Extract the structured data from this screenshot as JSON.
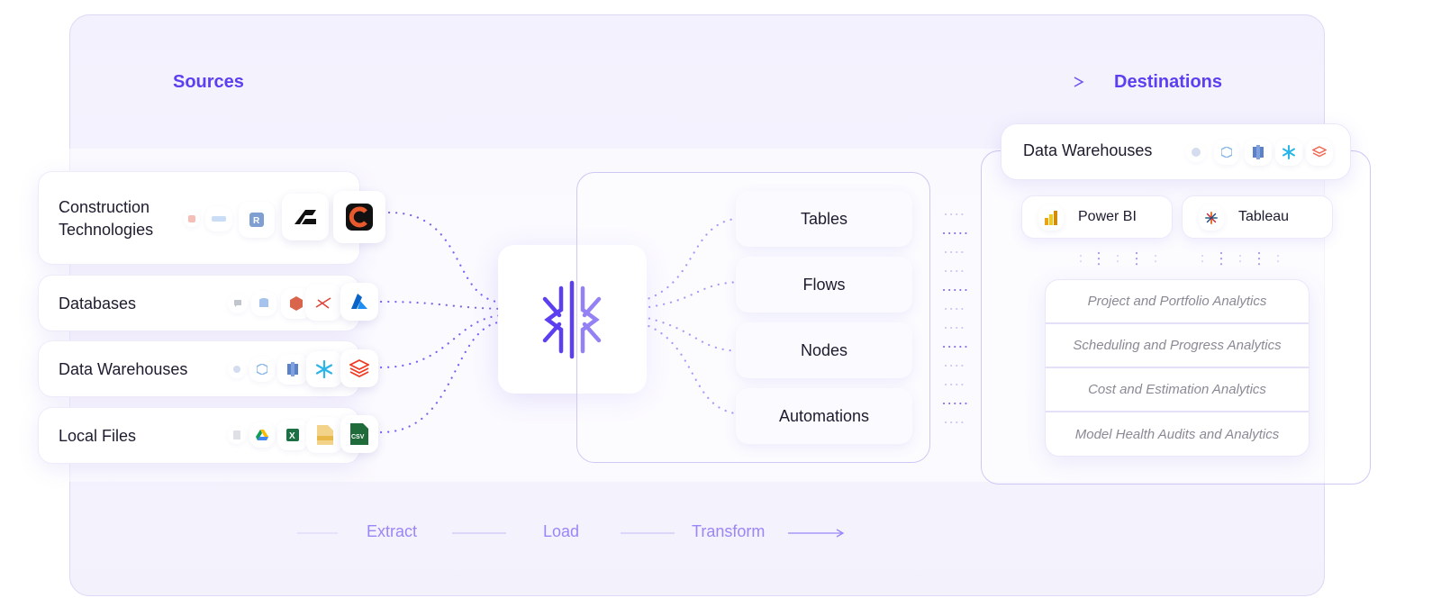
{
  "headings": {
    "sources": "Sources",
    "destinations": "Destinations"
  },
  "sources": [
    {
      "label": "Construction\nTechnologies",
      "icons": [
        "generic-red-icon",
        "generic-blue-icon",
        "r-icon",
        "autodesk-icon",
        "c-logo-icon"
      ]
    },
    {
      "label": "Databases",
      "icons": [
        "chat-icon",
        "database-icon",
        "aws-icon",
        "sql-server-icon",
        "azure-icon"
      ]
    },
    {
      "label": "Data Warehouses",
      "icons": [
        "generic-icon",
        "hex-icon",
        "redshift-icon",
        "snowflake-icon",
        "databricks-icon"
      ]
    },
    {
      "label": "Local Files",
      "icons": [
        "file-icon",
        "google-drive-icon",
        "excel-icon",
        "json-file-icon",
        "csv-file-icon"
      ]
    }
  ],
  "csv_icon_text": "CSV",
  "hub_icon": "logo-icon",
  "outputs": [
    "Tables",
    "Flows",
    "Nodes",
    "Automations"
  ],
  "destinations": {
    "warehouses_label": "Data Warehouses",
    "warehouse_icons": [
      "generic-icon",
      "hex-icon",
      "redshift-icon",
      "snowflake-icon",
      "databricks-icon"
    ],
    "bi_tools": [
      {
        "label": "Power BI",
        "icon": "power-bi-icon"
      },
      {
        "label": "Tableau",
        "icon": "tableau-icon"
      }
    ],
    "analytics": [
      "Project and Portfolio Analytics",
      "Scheduling and Progress Analytics",
      "Cost and Estimation Analytics",
      "Model Health Audits and Analytics"
    ]
  },
  "pipeline_steps": [
    "Extract",
    "Load",
    "Transform"
  ],
  "colors": {
    "accent": "#5b3ff0",
    "dots": "#7b63f2",
    "faint": "#c9c0f7"
  }
}
